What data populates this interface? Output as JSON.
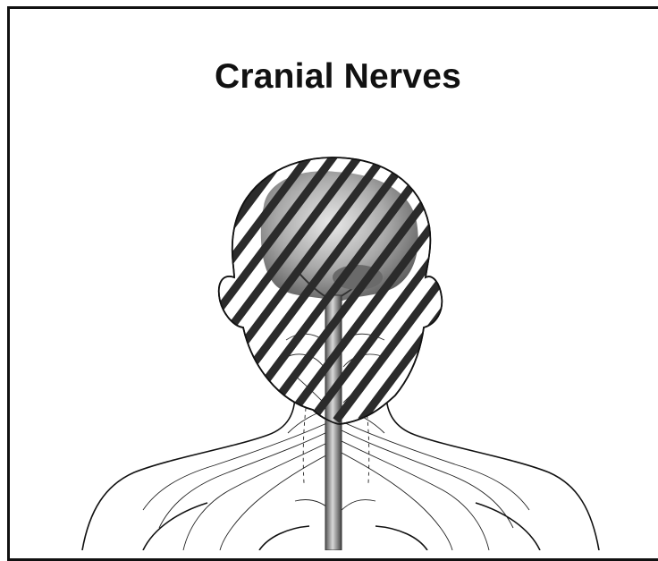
{
  "figure": {
    "title": "Cranial Nerves",
    "illustration": "head-and-upper-torso-nervous-system",
    "highlight_pattern": "diagonal-hatch",
    "colors": {
      "outline": "#111111",
      "hatch": "#2b2b2b",
      "background": "#ffffff"
    }
  }
}
